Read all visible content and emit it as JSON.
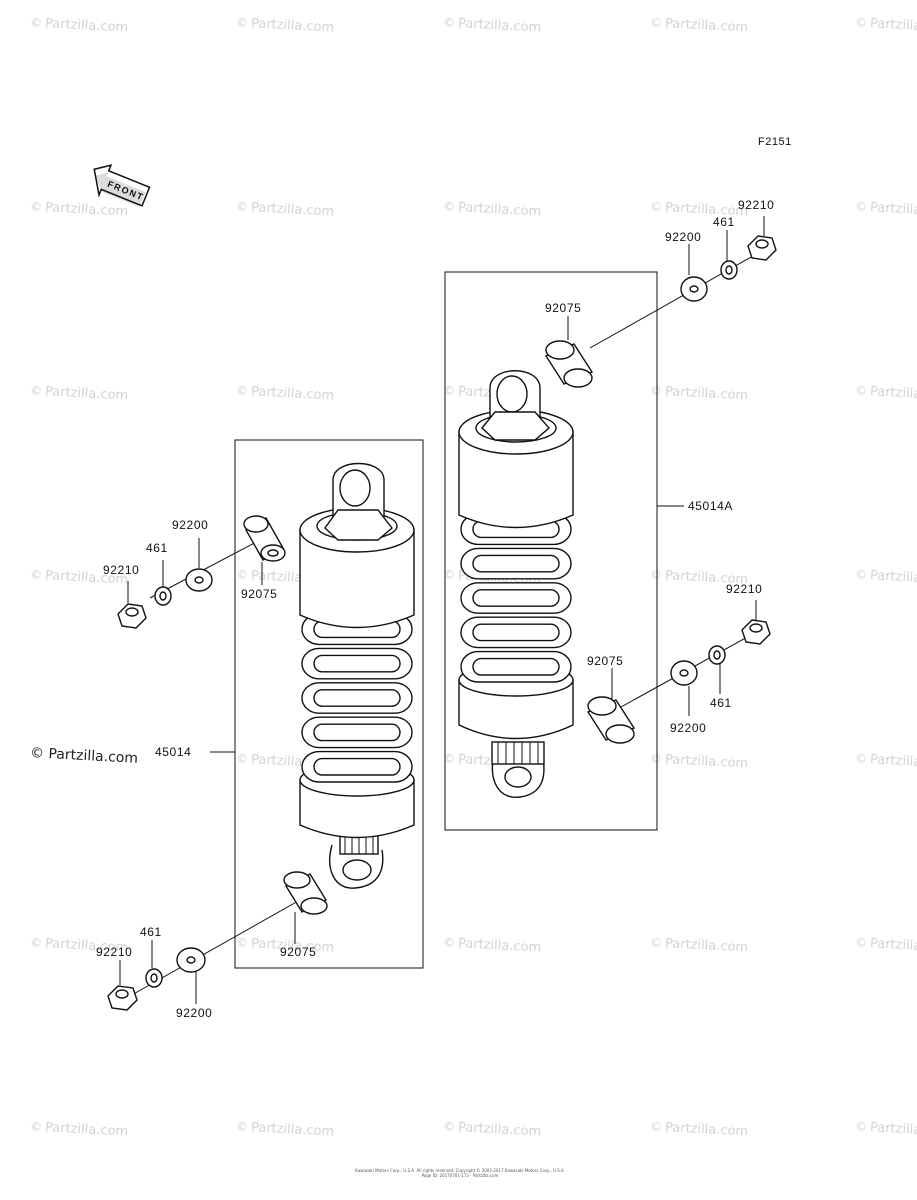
{
  "figure_number": "F2151",
  "front_arrow_text": "FRONT",
  "watermark_text": "Partzilla.com",
  "logo_text": "Partzilla.com",
  "footer": {
    "line1": "Kawasaki Motors Corp., U.S.A. All rights reserved. Copyright © 2005-2017 Kawasaki Motors Corp., U.S.A.",
    "line2": "Page ID: 20170701-172 · Partzilla.com"
  },
  "labels": {
    "left_assembly": "45014",
    "right_assembly": "45014A",
    "l_top_bushing": "92075",
    "l_top_washer": "92200",
    "l_top_lockwasher": "461",
    "l_top_nut": "92210",
    "l_bot_bushing": "92075",
    "l_bot_lockwasher": "461",
    "l_bot_nut": "92210",
    "l_bot_washer": "92200",
    "r_top_nut": "92210",
    "r_top_lockwasher": "461",
    "r_top_washer": "92200",
    "r_top_bushing": "92075",
    "r_bot_nut": "92210",
    "r_bot_bushing": "92075",
    "r_bot_lockwasher": "461",
    "r_bot_washer": "92200"
  }
}
